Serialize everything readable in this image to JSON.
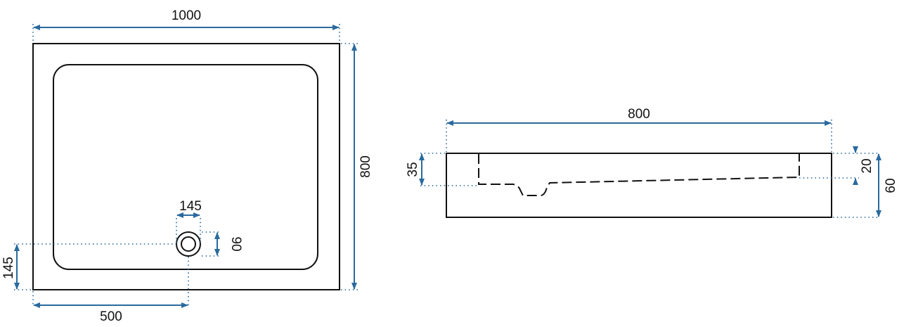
{
  "colors": {
    "dimension": "#2a6a9e",
    "outline": "#111111",
    "background": "#ffffff"
  },
  "top_view": {
    "width_label": "1000",
    "depth_label": "800",
    "drain_diameter_label": "145",
    "drain_offset_label": "90",
    "drain_from_edge_label": "145",
    "drain_center_label": "500"
  },
  "side_view": {
    "length_label": "800",
    "inner_depth_label": "35",
    "rim_label": "20",
    "total_height_label": "60"
  }
}
